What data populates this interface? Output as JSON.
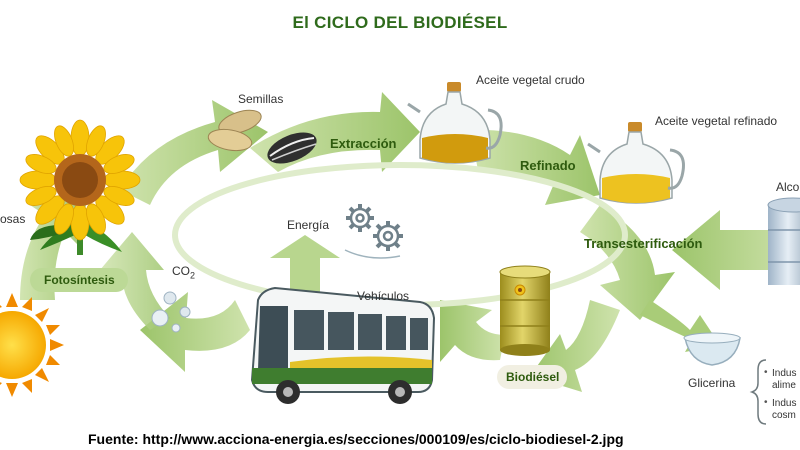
{
  "title": "El CICLO DEL BIODIÉSEL",
  "source": "Fuente: http://www.acciona-energia.es/secciones/000109/es/ciclo-biodiesel-2.jpg",
  "stages": {
    "photosynthesis": "Fotosíntesis",
    "extraction": "Extracción",
    "refining": "Refinado",
    "transesterification": "Transesterificación",
    "biodiesel": "Biodiésel"
  },
  "items": {
    "glucose_partial": "osas",
    "seeds": "Semillas",
    "crude_oil": "Aceite vegetal crudo",
    "refined_oil": "Aceite vegetal refinado",
    "alcohol_partial": "Alco",
    "energy": "Energía",
    "co2": "CO",
    "co2_sub": "2",
    "vehicles": "Vehículos",
    "glycerin": "Glicerina",
    "industry_food_1": "Indus",
    "industry_food_2": "alime",
    "industry_cosm_1": "Indus",
    "industry_cosm_2": "cosm"
  },
  "icons": [
    "sunflower-icon",
    "sun-icon",
    "seeds-icon",
    "crude-oil-jug-icon",
    "refined-oil-jug-icon",
    "alcohol-drum-icon",
    "gears-icon",
    "co2-bubbles-icon",
    "bus-icon",
    "biodiesel-barrel-icon",
    "glycerin-bowl-icon"
  ],
  "colors": {
    "arrow": "#b7d48c",
    "arrow_dark": "#8fb85e",
    "title": "#2f6b1c",
    "stage_text": "#2e5b0e",
    "oil": "#d9a413",
    "barrel": "#c5b42b"
  }
}
